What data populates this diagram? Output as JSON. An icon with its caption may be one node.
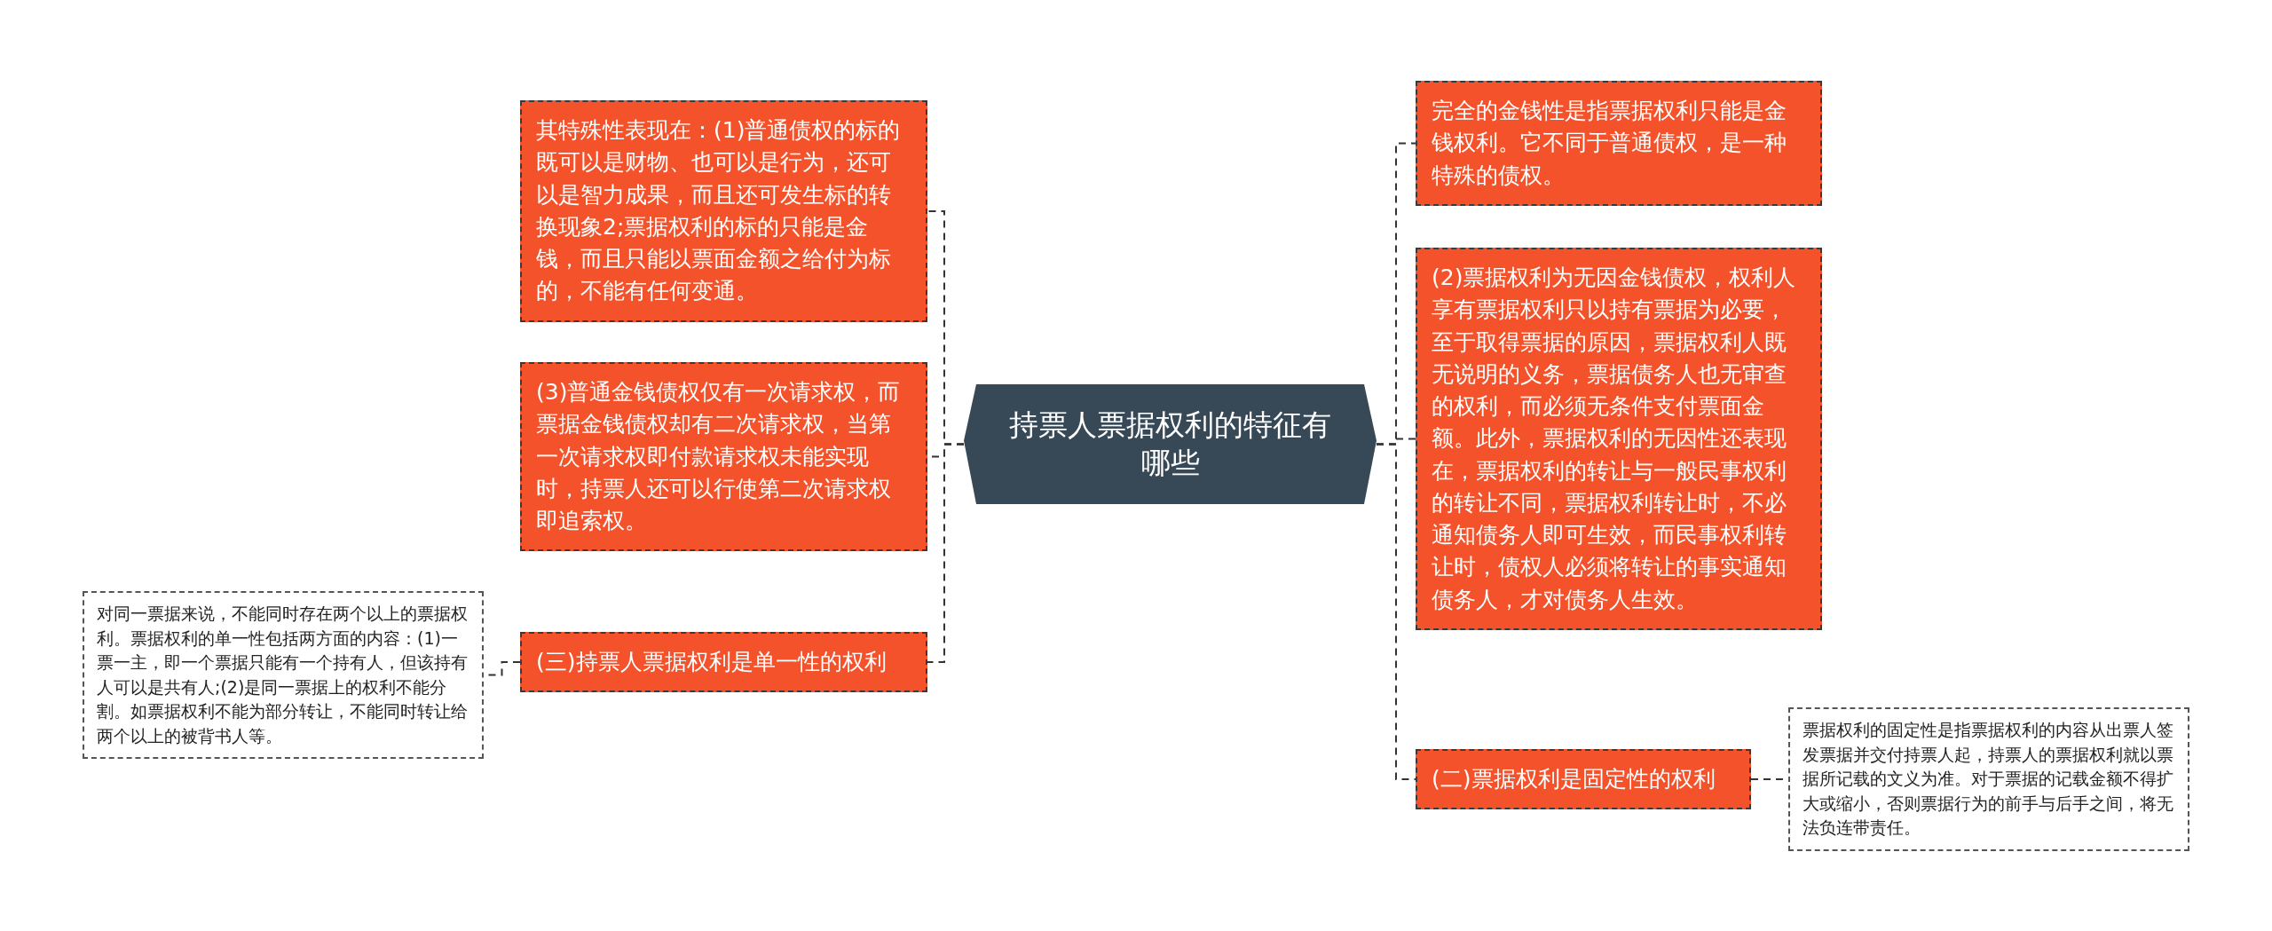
{
  "diagram": {
    "nodes": [
      {
        "text": [
          "持票人票据权利的特征有哪些"
        ]
      },
      {
        "text": [
          "其特殊性表现在：(1)普通债权的标的既可以是财物、也可以是行为，还可以是智力成果，而且还可发生标的转换现象2;票据权利的标的只能是金钱，而且只能以票面金额之给付为标的，不能有任何变通。"
        ]
      },
      {
        "text": [
          "(3)普通金钱债权仅有一次请求权，而票据金钱债权却有二次请求权，当第一次请求权即付款请求权未能实现时，持票人还可以行使第二次请求权即追索权。"
        ]
      },
      {
        "text": [
          "(三)持票人票据权利是单一性的权利"
        ]
      },
      {
        "text": [
          "对同一票据来说，不能同时存在两个以上的票据权利。票据权利的单一性包括两方面的内容：(1)一票一主，即一个票据只能有一个持有人，但该持有人可以是共有人;(2)是同一票据上的权利不能分割。如票据权利不能为部分转让，不能同时转让给两个以上的被背书人等。"
        ]
      },
      {
        "text": [
          "完全的金钱性是指票据权利只能是金钱权利。它不同于普通债权，是一种特殊的债权。"
        ]
      },
      {
        "text": [
          "(2)票据权利为无因金钱债权，权利人享有票据权利只以持有票据为必要，至于取得票据的原因，票据权利人既无说明的义务，票据债务人也无审查的权利，而必须无条件支付票面金额。此外，票据权利的无因性还表现在，票据权利的转让与一般民事权利的转让不同，票据权利转让时，不必通知债务人即可生效，而民事权利转让时，债权人必须将转让的事实通知债务人，才对债务人生效。"
        ]
      },
      {
        "text": [
          "(二)票据权利是固定性的权利"
        ]
      },
      {
        "text": [
          "票据权利的固定性是指票据权利的内容从出票人签发票据并交付持票人起，持票人的票据权利就以票据所记载的文义为准。对于票据的记载金额不得扩大或缩小，否则票据行为的前手与后手之间，将无法负连带责任。"
        ]
      }
    ],
    "edges": [
      {
        "from": 0,
        "to": 1,
        "arrow": "none",
        "style": "dashed"
      },
      {
        "from": 0,
        "to": 2,
        "arrow": "none",
        "style": "dashed"
      },
      {
        "from": 0,
        "to": 3,
        "arrow": "none",
        "style": "dashed"
      },
      {
        "from": 3,
        "to": 4,
        "arrow": "none",
        "style": "dashed"
      },
      {
        "from": 0,
        "to": 5,
        "arrow": "none",
        "style": "dashed"
      },
      {
        "from": 0,
        "to": 6,
        "arrow": "none",
        "style": "dashed"
      },
      {
        "from": 0,
        "to": 7,
        "arrow": "none",
        "style": "dashed"
      },
      {
        "from": 7,
        "to": 8,
        "arrow": "none",
        "style": "dashed"
      }
    ]
  }
}
